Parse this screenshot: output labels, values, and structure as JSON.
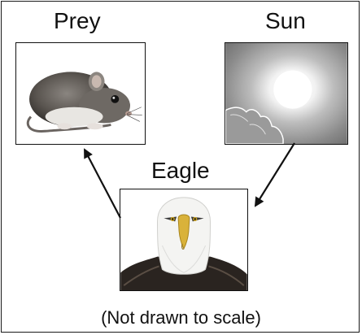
{
  "diagram": {
    "nodes": [
      {
        "id": "prey",
        "label": "Prey",
        "picture": "mouse-photo"
      },
      {
        "id": "sun",
        "label": "Sun",
        "picture": "sun-photo"
      },
      {
        "id": "eagle",
        "label": "Eagle",
        "picture": "eagle-photo"
      }
    ],
    "edges": [
      {
        "from": "sun",
        "to": "eagle"
      },
      {
        "from": "eagle",
        "to": "prey"
      }
    ],
    "footnote": "(Not drawn to scale)"
  }
}
